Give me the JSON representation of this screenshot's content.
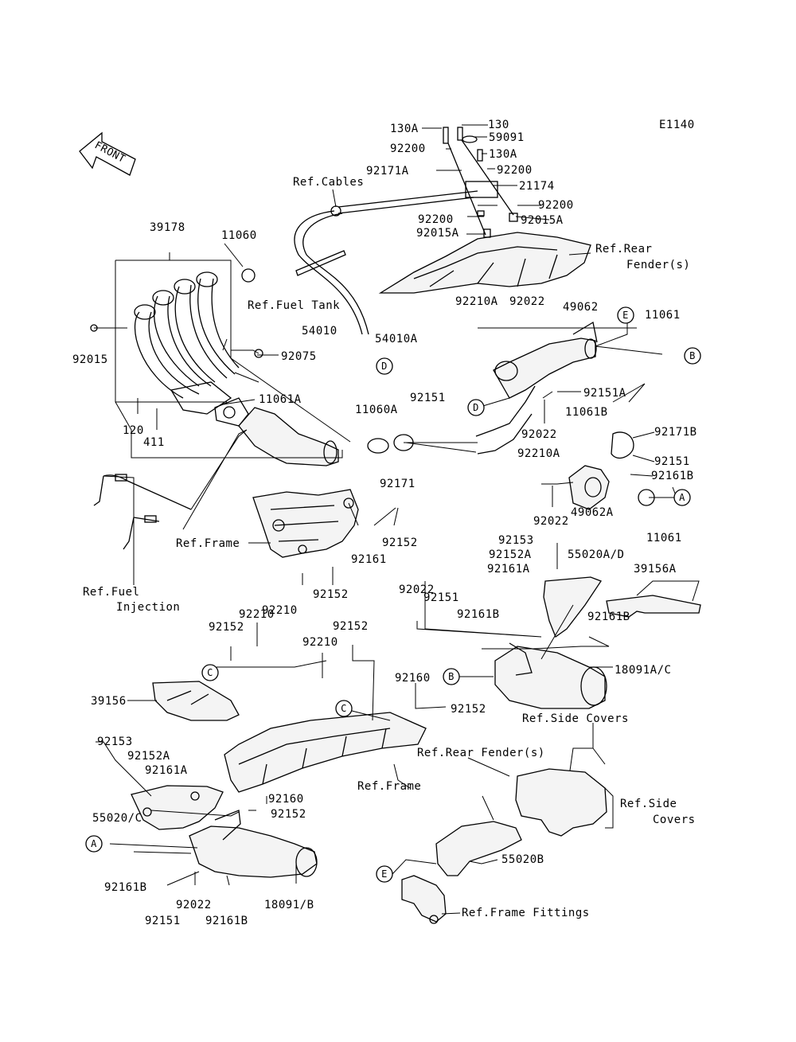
{
  "diagram_id": "E1140",
  "front_arrow": "FRONT",
  "labels": {
    "l130a_top": "130A",
    "l130": "130",
    "l92200_a": "92200",
    "l59091": "59091",
    "l130a_b": "130A",
    "l92171a": "92171A",
    "l92200_b": "92200",
    "ref_cables": "Ref.Cables",
    "l21174": "21174",
    "l92200_c": "92200",
    "l92200_d": "92200",
    "l92015a_a": "92015A",
    "l92015a_b": "92015A",
    "ref_rear_fender_1": "Ref.Rear",
    "ref_rear_fender_2": "Fender(s)",
    "l39178": "39178",
    "l11060": "11060",
    "ref_fuel_tank": "Ref.Fuel Tank",
    "l92210a_a": "92210A",
    "l92022_a": "92022",
    "l49062": "49062",
    "l11061_a": "11061",
    "l54010": "54010",
    "l54010a": "54010A",
    "l92015": "92015",
    "l92075": "92075",
    "l11061a": "11061A",
    "l92151_a": "92151",
    "l92151a": "92151A",
    "l11060a": "11060A",
    "l11061b": "11061B",
    "l92022_b": "92022",
    "l120": "120",
    "l411": "411",
    "l92171b": "92171B",
    "l92210a_b": "92210A",
    "l92171": "92171",
    "l92151_b": "92151",
    "l92161b_a": "92161B",
    "l92022_c": "92022",
    "l11061_b": "11061",
    "l49062a": "49062A",
    "l92152_a": "92152",
    "l92161_a": "92161",
    "ref_frame_a": "Ref.Frame",
    "l92153_a": "92153",
    "l92152a_a": "92152A",
    "l55020ad": "55020A/D",
    "l92161a_a": "92161A",
    "l39156a": "39156A",
    "ref_fuel_inj_1": "Ref.Fuel",
    "ref_fuel_inj_2": "Injection",
    "l92152_b": "92152",
    "l92210_a": "92210",
    "l92151_c": "92151",
    "l92022_d": "92022",
    "l92161b_b": "92161B",
    "l92161b_c": "92161B",
    "l92152_c": "92152",
    "l92210_b": "92210",
    "l92152_d": "92152",
    "l92210_c": "92210",
    "l18091ac": "18091A/C",
    "l92160_a": "92160",
    "l92152_e": "92152",
    "l39156": "39156",
    "ref_side_covers_a": "Ref.Side Covers",
    "l92153_b": "92153",
    "l92152a_b": "92152A",
    "l92161a_b": "92161A",
    "ref_rear_fender_b": "Ref.Rear Fender(s)",
    "ref_frame_b": "Ref.Frame",
    "l92160_b": "92160",
    "l92152_f": "92152",
    "ref_side_b_1": "Ref.Side",
    "ref_side_b_2": "Covers",
    "l55020c": "55020/C",
    "l55020b": "55020B",
    "l92161b_d": "92161B",
    "l92022_e": "92022",
    "l18091b": "18091/B",
    "ref_frame_fittings": "Ref.Frame Fittings",
    "l92151_d": "92151",
    "l92161b_e": "92161B"
  },
  "callouts": {
    "e_top": "E",
    "b_top": "B",
    "d_mid": "D",
    "d_left": "D",
    "a_right": "A",
    "c_left": "C",
    "c_mid": "C",
    "b_muffler": "B",
    "a_left": "A",
    "e_bottom": "E"
  }
}
